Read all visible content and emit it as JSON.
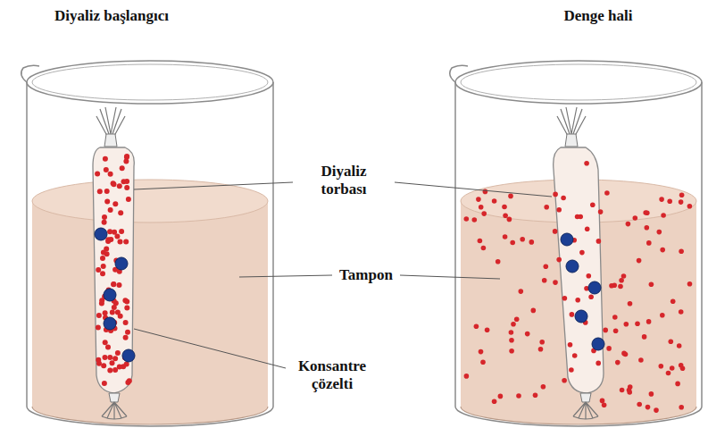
{
  "diagram": {
    "labels": [
      "Diyaliz başlangıcı",
      "Denge hali",
      "Diyaliz torbası",
      "Tampon",
      "Konsantre çözelti"
    ]
  }
}
